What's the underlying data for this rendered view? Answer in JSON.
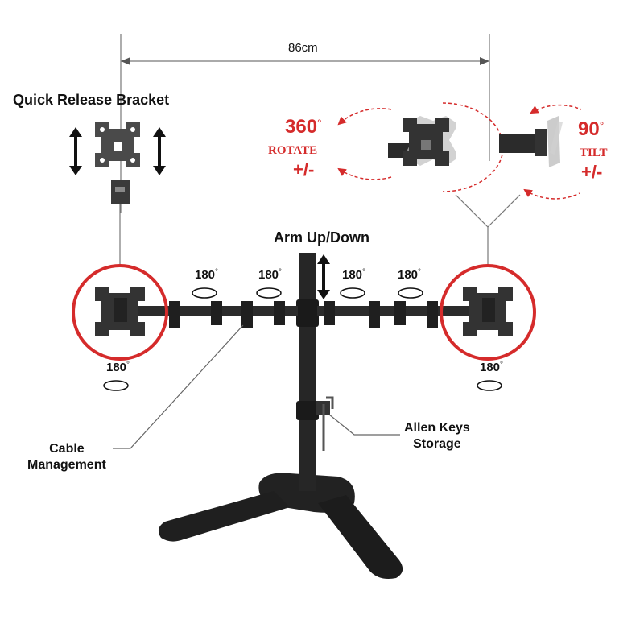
{
  "dimension": {
    "width_label": "86cm"
  },
  "labels": {
    "quick_release": "Quick Release Bracket",
    "arm_updown": "Arm Up/Down",
    "cable_line1": "Cable",
    "cable_line2": "Management",
    "allen_line1": "Allen Keys",
    "allen_line2": "Storage"
  },
  "rotate": {
    "value": "360",
    "unit": "°",
    "word": "ROTATE",
    "pm": "+/-"
  },
  "tilt": {
    "value": "90",
    "unit": "°",
    "word": "TILT",
    "pm": "+/-"
  },
  "swivel": {
    "value": "180",
    "unit": "°"
  },
  "colors": {
    "accent_red": "#d52b2b",
    "metal": "#2b2b2b",
    "ink": "#111111"
  }
}
